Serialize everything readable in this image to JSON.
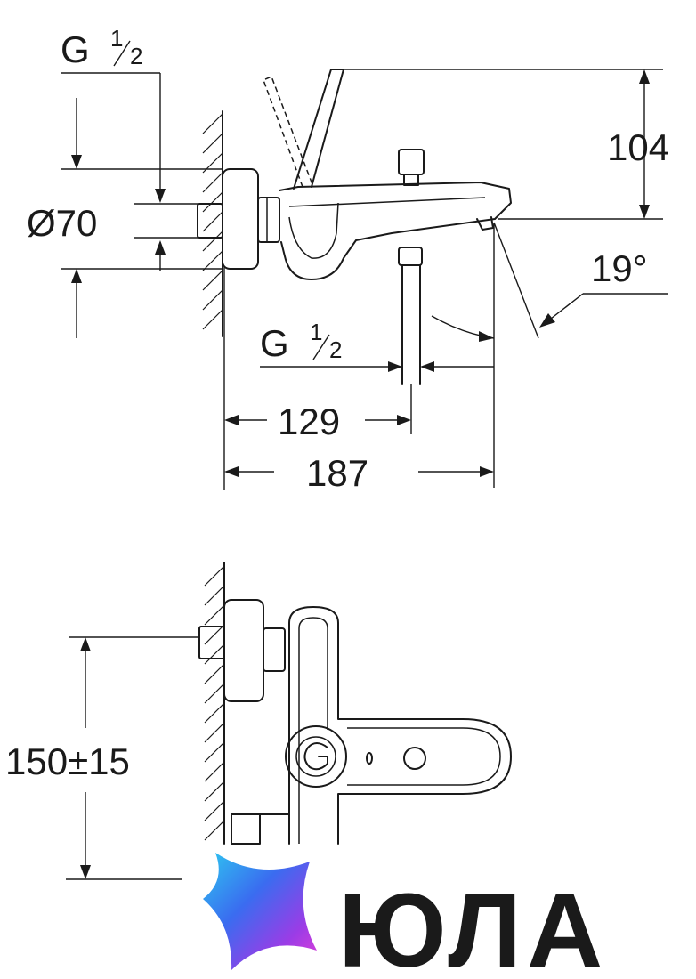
{
  "dimensions": {
    "thread_top": {
      "main": "G",
      "num": "1",
      "den": "2"
    },
    "thread_bottom": {
      "main": "G",
      "num": "1",
      "den": "2"
    },
    "diameter": "Ø70",
    "height_104": "104",
    "angle": "19°",
    "length_129": "129",
    "length_187": "187",
    "center_distance": "150±15"
  },
  "logo": {
    "wordmark": "ЮЛА",
    "colors": {
      "cyan": "#2ec8f0",
      "blue": "#3a6cf0",
      "purple": "#9b3ce6",
      "magenta": "#e440d8",
      "text": "#1a1a1a"
    }
  }
}
